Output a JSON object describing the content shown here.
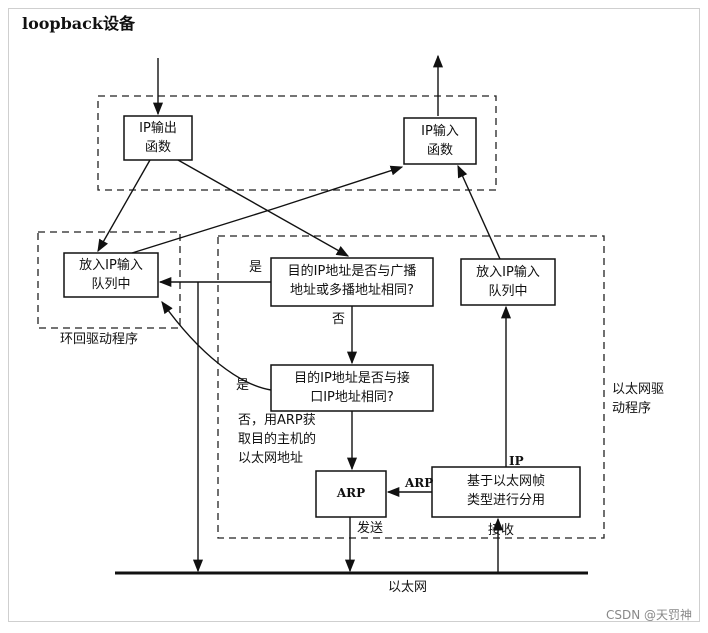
{
  "title": "loopback设备",
  "boxes": {
    "ip_output": [
      "IP输出",
      "函数"
    ],
    "ip_input": [
      "IP输入",
      "函数"
    ],
    "loop_queue": [
      "放入IP输入",
      "队列中"
    ],
    "eth_queue": [
      "放入IP输入",
      "队列中"
    ],
    "dest_check": [
      "目的IP地址是否与广播",
      "地址或多播地址相同?"
    ],
    "iface_check": [
      "目的IP地址是否与接",
      "口IP地址相同?"
    ],
    "arp": "ARP",
    "demux": [
      "基于以太网帧",
      "类型进行分用"
    ]
  },
  "labels": {
    "yes1": "是",
    "no1": "否",
    "yes2": "是",
    "no_arp": [
      "否，用ARP获",
      "取目的主机的",
      "以太网地址"
    ],
    "arp_arrow": "ARP",
    "ip_arrow": "IP",
    "send": "发送",
    "receive": "接收",
    "loop_driver": "环回驱动程序",
    "eth_driver": [
      "以太网驱",
      "动程序"
    ],
    "ethernet": "以太网"
  },
  "watermark": "CSDN @天罚神"
}
